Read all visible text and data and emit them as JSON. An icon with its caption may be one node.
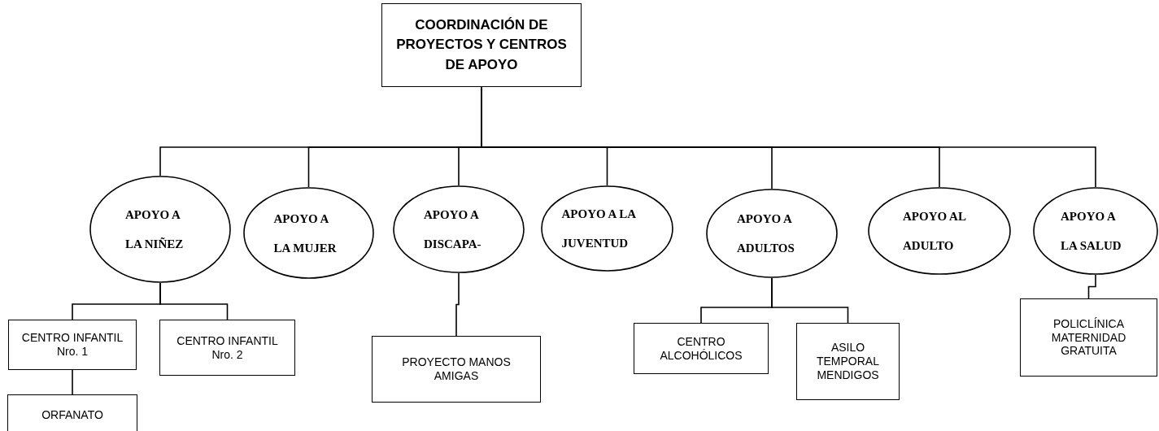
{
  "diagram": {
    "nodes": [
      {
        "text": [
          "COORDINACIÓN DE PROYECTOS Y CENTROS  DE APOYO"
        ]
      },
      {
        "text": [
          "APOYO A LA NIÑEZ"
        ]
      },
      {
        "text": [
          "APOYO A LA MUJER"
        ]
      },
      {
        "text": [
          "APOYO A DISCAPA-"
        ]
      },
      {
        "text": [
          "APOYO A LA JUVENTUD"
        ]
      },
      {
        "text": [
          "APOYO A ADULTOS"
        ]
      },
      {
        "text": [
          "APOYO AL ADULTO"
        ]
      },
      {
        "text": [
          "APOYO A LA SALUD"
        ]
      },
      {
        "text": [
          "CENTRO INFANTIL Nro. 1"
        ]
      },
      {
        "text": [
          "CENTRO INFANTIL Nro. 2"
        ]
      },
      {
        "text": [
          "ORFANATO"
        ]
      },
      {
        "text": [
          "PROYECTO MANOS AMIGAS"
        ]
      },
      {
        "text": [
          "CENTRO ALCOHÓLICOS"
        ]
      },
      {
        "text": [
          "ASILO TEMPORAL MENDIGOS"
        ]
      },
      {
        "text": [
          "POLICLÍNICA MATERNIDAD GRATUITA"
        ]
      }
    ],
    "edges": [
      {
        "from": 0,
        "to": 1,
        "arrow": "none"
      },
      {
        "from": 0,
        "to": 2,
        "arrow": "none"
      },
      {
        "from": 0,
        "to": 3,
        "arrow": "none"
      },
      {
        "from": 0,
        "to": 4,
        "arrow": "none"
      },
      {
        "from": 0,
        "to": 5,
        "arrow": "none"
      },
      {
        "from": 0,
        "to": 6,
        "arrow": "none"
      },
      {
        "from": 0,
        "to": 7,
        "arrow": "none"
      },
      {
        "from": 1,
        "to": 8,
        "arrow": "none"
      },
      {
        "from": 1,
        "to": 9,
        "arrow": "none"
      },
      {
        "from": 8,
        "to": 10,
        "arrow": "none"
      },
      {
        "from": 3,
        "to": 11,
        "arrow": "none"
      },
      {
        "from": 5,
        "to": 12,
        "arrow": "none"
      },
      {
        "from": 5,
        "to": 13,
        "arrow": "none"
      },
      {
        "from": 7,
        "to": 14,
        "arrow": "none"
      }
    ]
  }
}
